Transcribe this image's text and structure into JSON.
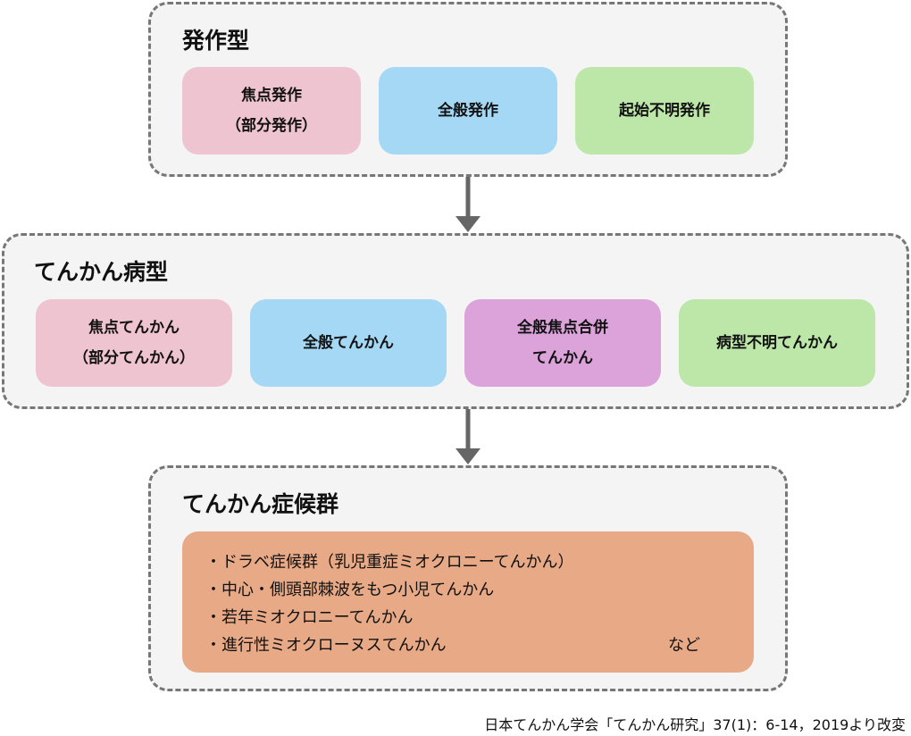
{
  "seizure_type": {
    "title": "発作型",
    "boxes": [
      {
        "line1": "焦点発作",
        "line2": "（部分発作）",
        "color": "#efc4d1"
      },
      {
        "line1": "全般発作",
        "line2": "",
        "color": "#a5d8f4"
      },
      {
        "line1": "起始不明発作",
        "line2": "",
        "color": "#bde6a9"
      }
    ]
  },
  "epilepsy_type": {
    "title": "てんかん病型",
    "boxes": [
      {
        "line1": "焦点てんかん",
        "line2": "（部分てんかん）",
        "color": "#efc4d1"
      },
      {
        "line1": "全般てんかん",
        "line2": "",
        "color": "#a5d8f4"
      },
      {
        "line1": "全般焦点合併",
        "line2": "てんかん",
        "color": "#dba3da"
      },
      {
        "line1": "病型不明てんかん",
        "line2": "",
        "color": "#bde6a9"
      }
    ]
  },
  "syndrome": {
    "title": "てんかん症候群",
    "items": [
      "・ドラベ症候群（乳児重症ミオクロニーてんかん）",
      "・中心・側頭部棘波をもつ小児てんかん",
      "・若年ミオクロニーてんかん",
      "・進行性ミオクローヌスてんかん"
    ],
    "etc": "など",
    "color": "#e7a986"
  },
  "source": "日本てんかん学会「てんかん研究」37(1)：6-14，2019より改変"
}
